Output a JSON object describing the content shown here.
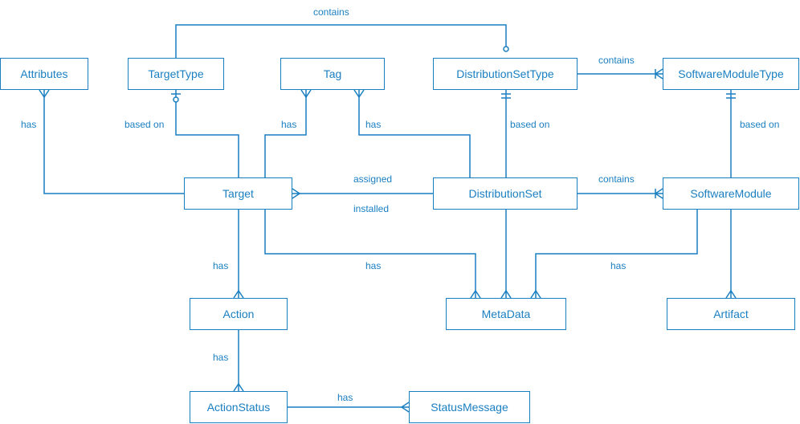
{
  "colors": {
    "line": "#1a7fc1",
    "text": "#1a7fc1",
    "background": "#ffffff"
  },
  "entities": {
    "attributes": "Attributes",
    "target_type": "TargetType",
    "tag": "Tag",
    "distribution_set_type": "DistributionSetType",
    "software_module_type": "SoftwareModuleType",
    "target": "Target",
    "distribution_set": "DistributionSet",
    "software_module": "SoftwareModule",
    "action": "Action",
    "meta_data": "MetaData",
    "artifact": "Artifact",
    "action_status": "ActionStatus",
    "status_message": "StatusMessage"
  },
  "relations": {
    "tt_contains": "contains",
    "dst_contains": "contains",
    "attr_has": "has",
    "tt_based_on": "based on",
    "tag_has": "has",
    "tag_ds_has": "has",
    "dst_based_on": "based on",
    "smt_based_on": "based on",
    "assigned": "assigned",
    "installed": "installed",
    "ds_contains": "contains",
    "target_action_has": "has",
    "target_meta_has": "has",
    "sm_meta_has": "has",
    "action_status_has": "has",
    "status_message_has": "has"
  }
}
